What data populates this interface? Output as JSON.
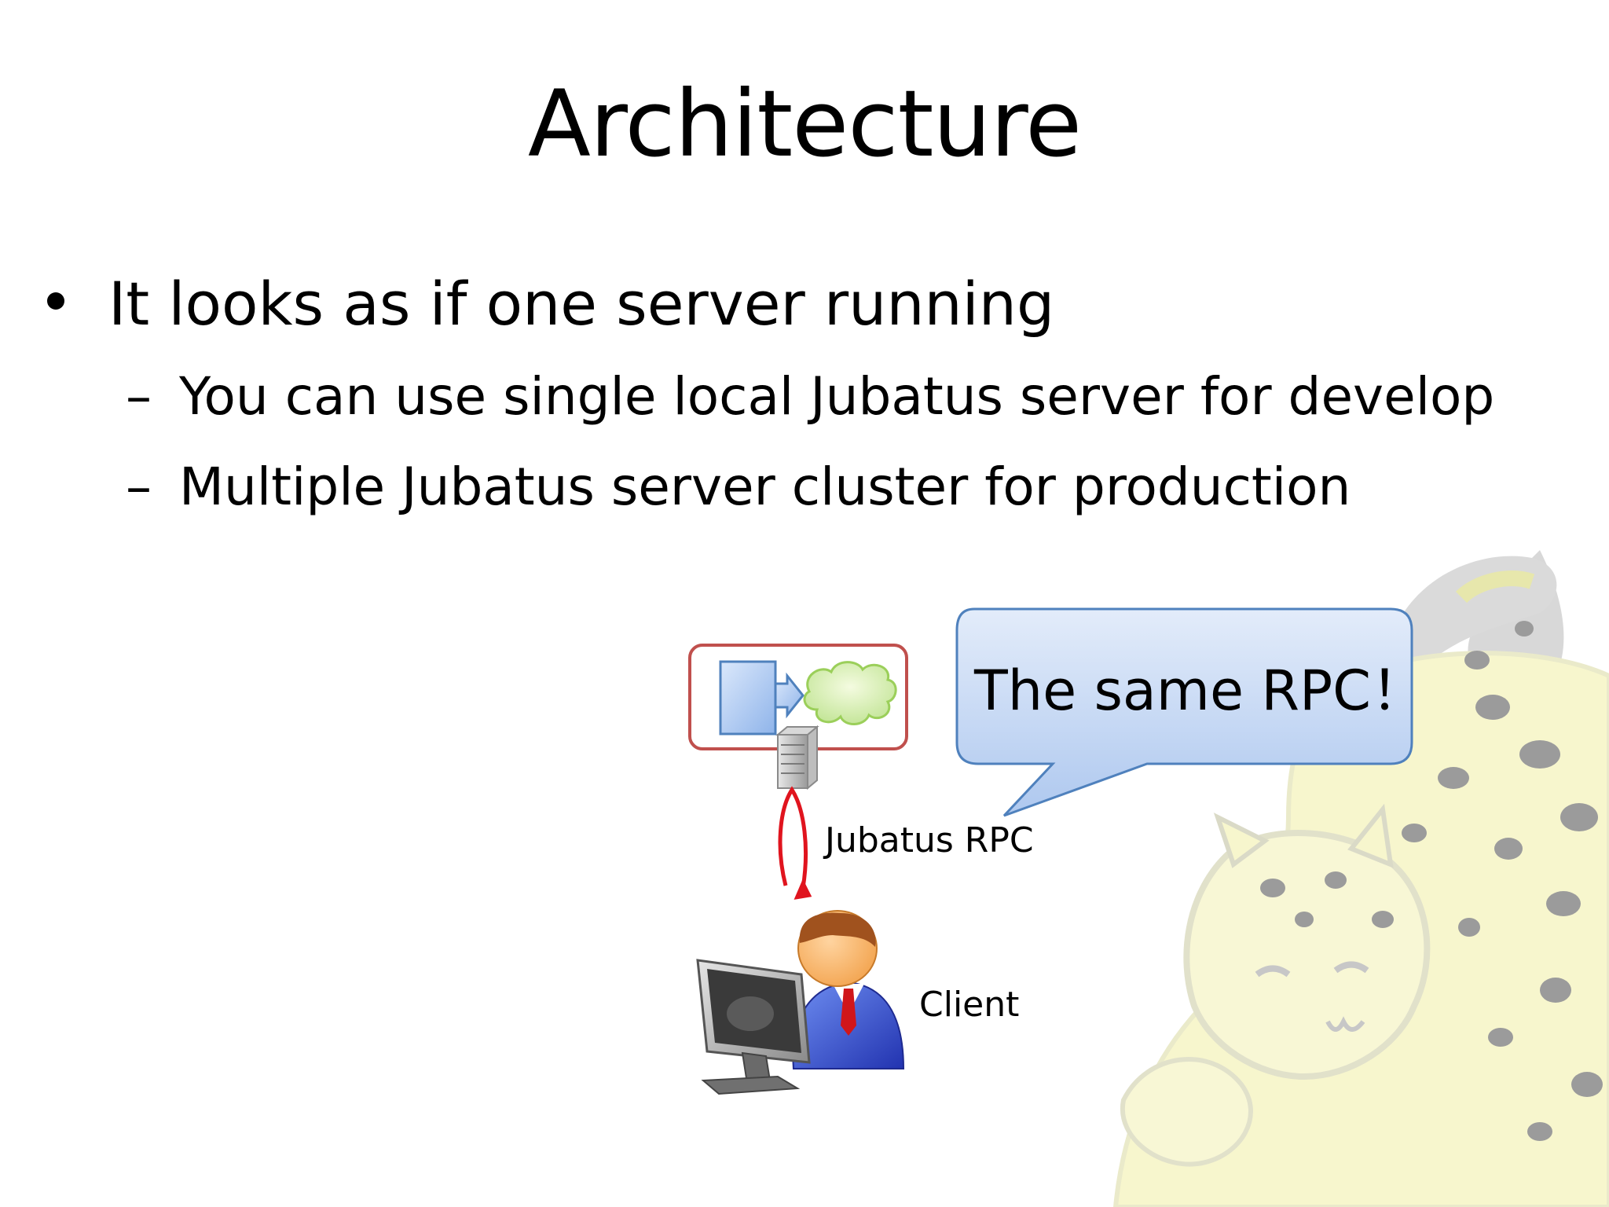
{
  "slide": {
    "title": "Architecture",
    "bullets": [
      {
        "text": "It looks as if one server running",
        "sub": [
          "You can use single local Jubatus server for develop",
          "Multiple Jubatus server cluster for production"
        ]
      }
    ],
    "dash": "–"
  },
  "diagram": {
    "callout": "The same RPC！",
    "connection_label": "Jubatus RPC",
    "client_label": "Client",
    "icons": [
      "jubatus-mascot-watermark",
      "server-process-icon",
      "cloud-icon",
      "server-rack-icon",
      "rpc-arrow-icon",
      "client-user-icon"
    ]
  },
  "colors": {
    "text": "#000000",
    "frame_border": "#c0504d",
    "callout_fill": "#c6d9f1",
    "callout_border": "#4f81bd",
    "arrow": "#e0141e",
    "mascot_yellow": "#f2f0a6",
    "mascot_spots": "#3a3a3a"
  }
}
